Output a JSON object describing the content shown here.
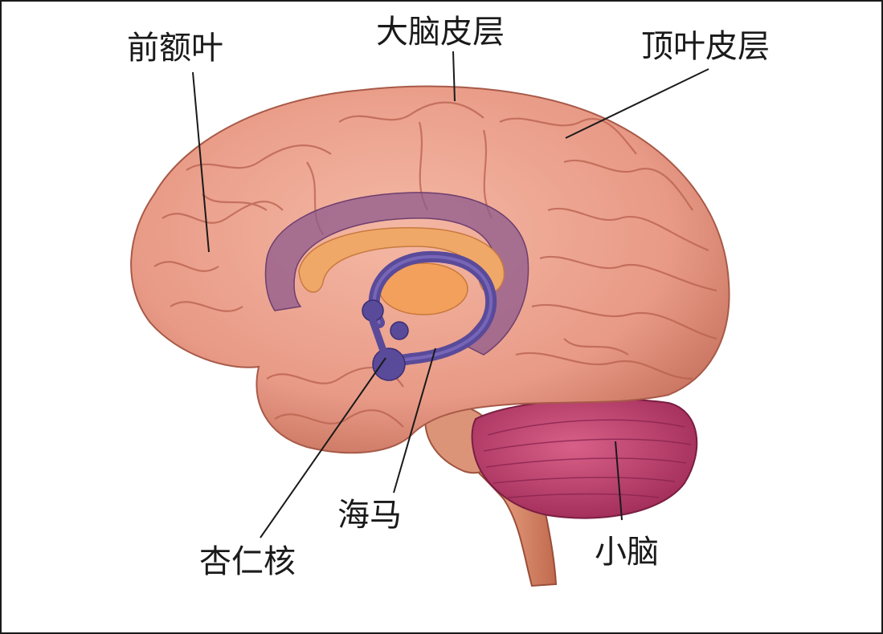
{
  "diagram": {
    "labels": {
      "frontal_lobe": "前额叶",
      "cerebral_cortex": "大脑皮层",
      "parietal_cortex": "顶叶皮层",
      "hippocampus": "海马",
      "amygdala": "杏仁核",
      "cerebellum": "小脑"
    },
    "colors": {
      "cortex": "#eaa08c",
      "cortex_shadow": "#b8604e",
      "limbic_ring": "#8e5a8c",
      "corpus_callosum": "#f0a868",
      "hippocampus": "#5a4a9a",
      "thalamus": "#f2a05c",
      "cerebellum": "#c0406a",
      "brainstem": "#d88a6a",
      "leader_line": "#1a1a1a"
    }
  }
}
